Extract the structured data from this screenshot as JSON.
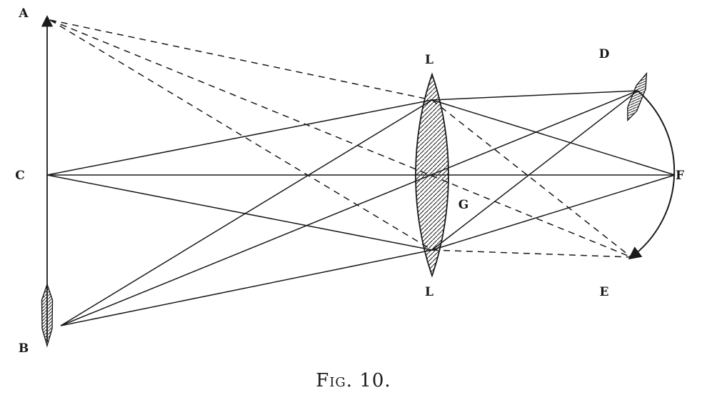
{
  "figure": {
    "caption": "Fig. 10."
  },
  "labels": {
    "A": "A",
    "B": "B",
    "C": "C",
    "D": "D",
    "E": "E",
    "F": "F",
    "G": "G",
    "L_top": "L",
    "L_bottom": "L"
  },
  "colors": {
    "ink": "#1a1a1a",
    "paper": "#ffffff"
  }
}
